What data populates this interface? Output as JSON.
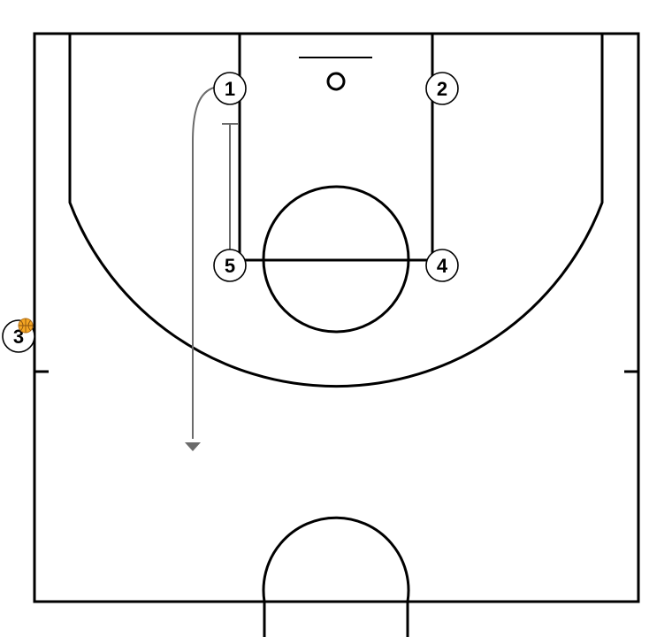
{
  "players": [
    {
      "label": "1"
    },
    {
      "label": "2"
    },
    {
      "label": "3"
    },
    {
      "label": "4"
    },
    {
      "label": "5"
    }
  ],
  "ball_holder": "3",
  "colors": {
    "court_line": "#000000",
    "movement": "#6b6b6b",
    "ball": "#f5a623",
    "player_fill": "#ffffff"
  },
  "icons": {
    "ball": "basketball-icon",
    "cut": "arrow-down-icon",
    "screen": "screen-icon"
  }
}
